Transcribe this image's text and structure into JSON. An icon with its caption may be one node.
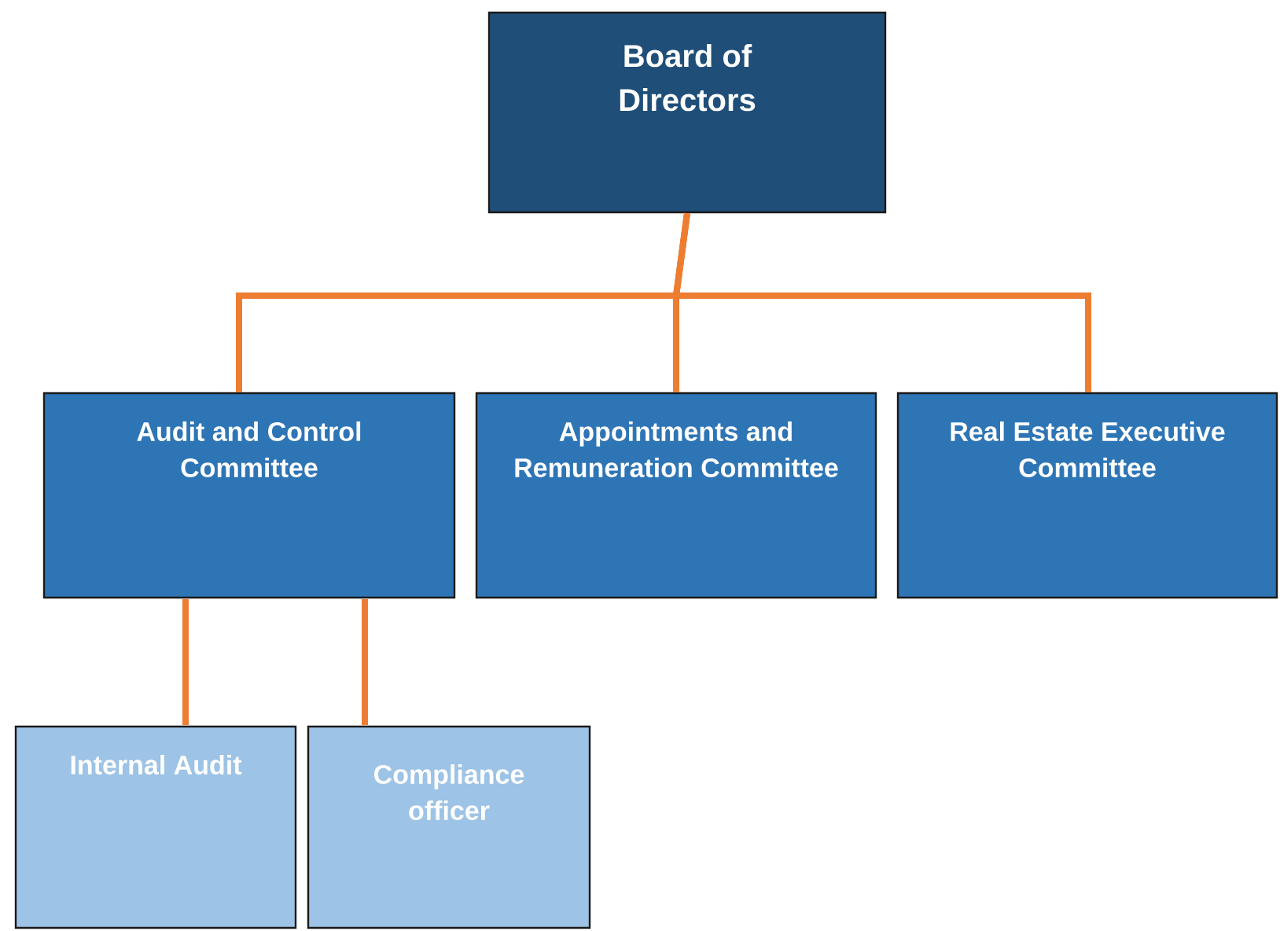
{
  "diagram": {
    "nodes": [
      {
        "text": [
          "Board of Directors"
        ]
      },
      {
        "text": [
          "Audit and Control Committee"
        ]
      },
      {
        "text": [
          "Appointments and Remuneration Committee"
        ]
      },
      {
        "text": [
          "Real Estate Executive Committee"
        ]
      },
      {
        "text": [
          "Internal Audit"
        ]
      },
      {
        "text": [
          "Compliance officer"
        ]
      }
    ],
    "edges": [
      {
        "from": 0,
        "to": 1,
        "arrow": "none"
      },
      {
        "from": 0,
        "to": 2,
        "arrow": "none"
      },
      {
        "from": 0,
        "to": 3,
        "arrow": "none"
      },
      {
        "from": 1,
        "to": 4,
        "arrow": "none"
      },
      {
        "from": 1,
        "to": 5,
        "arrow": "none"
      }
    ]
  }
}
